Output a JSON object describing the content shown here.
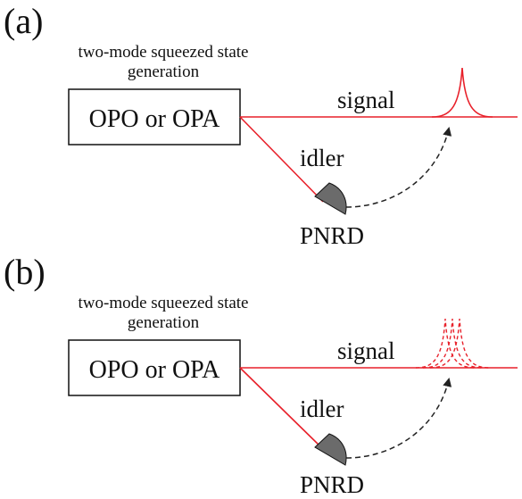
{
  "panels": [
    {
      "label": "(a)",
      "caption_line1": "two-mode squeezed state",
      "caption_line2": "generation",
      "source_box": "OPO or OPA",
      "signal_label": "signal",
      "idler_label": "idler",
      "detector_label": "PNRD",
      "pulse_style": "single solid peak"
    },
    {
      "label": "(b)",
      "caption_line1": "two-mode squeezed state",
      "caption_line2": "generation",
      "source_box": "OPO or OPA",
      "signal_label": "signal",
      "idler_label": "idler",
      "detector_label": "PNRD",
      "pulse_style": "three dashed peaks"
    }
  ],
  "colors": {
    "beam": "#e8202a",
    "detector_fill": "#6b6b6b",
    "text": "#111111",
    "feedforward_arrow": "#222222"
  }
}
